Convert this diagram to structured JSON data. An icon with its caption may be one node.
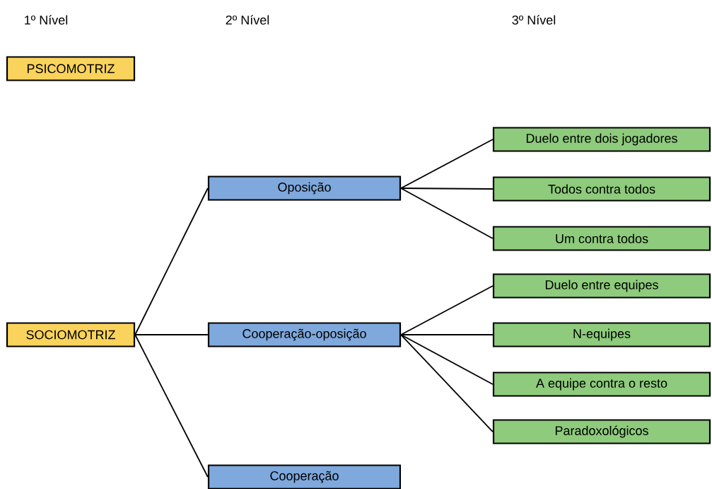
{
  "diagram": {
    "nodes": [
      {
        "text": [
          "PSICOMOTRIZ"
        ]
      },
      {
        "text": [
          "SOCIOMOTRIZ"
        ]
      },
      {
        "text": [
          "Oposição"
        ]
      },
      {
        "text": [
          "Cooperação-oposição"
        ]
      },
      {
        "text": [
          "Cooperação"
        ]
      },
      {
        "text": [
          "Duelo entre dois jogadores"
        ]
      },
      {
        "text": [
          "Todos contra todos"
        ]
      },
      {
        "text": [
          "Um contra todos"
        ]
      },
      {
        "text": [
          "Duelo entre equipes"
        ]
      },
      {
        "text": [
          "N-equipes"
        ]
      },
      {
        "text": [
          "A equipe contra o resto"
        ]
      },
      {
        "text": [
          "Paradoxológicos"
        ]
      }
    ],
    "edges": [
      {
        "from": 1,
        "to": 2,
        "arrow": "none"
      },
      {
        "from": 1,
        "to": 3,
        "arrow": "none"
      },
      {
        "from": 1,
        "to": 4,
        "arrow": "none"
      },
      {
        "from": 2,
        "to": 5,
        "arrow": "none"
      },
      {
        "from": 2,
        "to": 6,
        "arrow": "none"
      },
      {
        "from": 2,
        "to": 7,
        "arrow": "none"
      },
      {
        "from": 3,
        "to": 8,
        "arrow": "none"
      },
      {
        "from": 3,
        "to": 9,
        "arrow": "none"
      },
      {
        "from": 3,
        "to": 10,
        "arrow": "none"
      },
      {
        "from": 3,
        "to": 11,
        "arrow": "none"
      }
    ],
    "labels": [
      "1º Nível",
      "2º Nível",
      "3º Nível"
    ]
  }
}
